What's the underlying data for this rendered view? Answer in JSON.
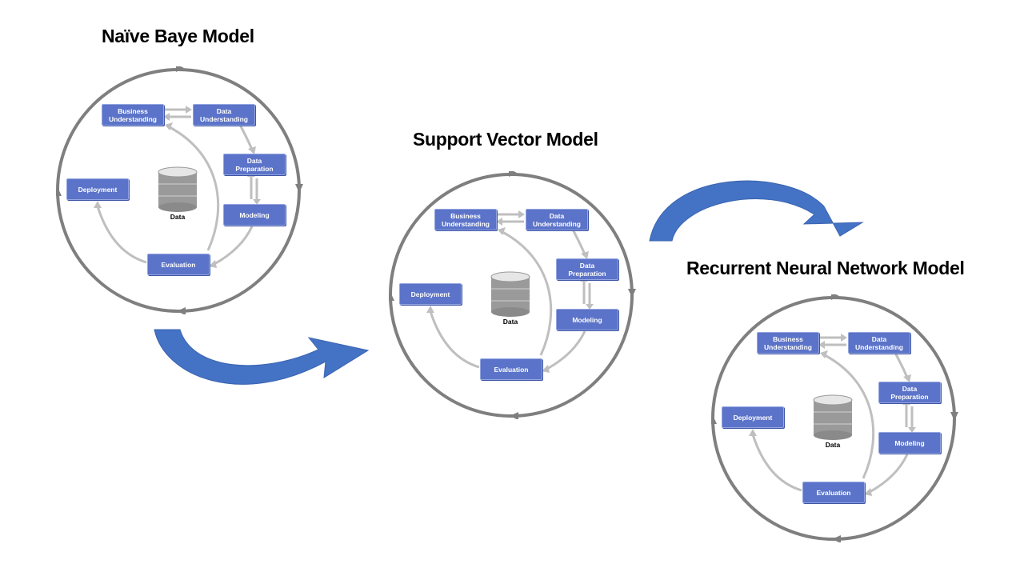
{
  "titles": {
    "model1": "Naïve Baye Model",
    "model2": "Support Vector Model",
    "model3": "Recurrent Neural Network Model"
  },
  "cycle": {
    "business_understanding": "Business\nUnderstanding",
    "data_understanding": "Data\nUnderstanding",
    "data_preparation": "Data\nPreparation",
    "modeling": "Modeling",
    "evaluation": "Evaluation",
    "deployment": "Deployment",
    "data": "Data"
  },
  "colors": {
    "box": "#5b73c8",
    "ring": "#7f7f7f",
    "inner_arrow": "#bfbfbf",
    "flow_arrow": "#4472c4"
  }
}
